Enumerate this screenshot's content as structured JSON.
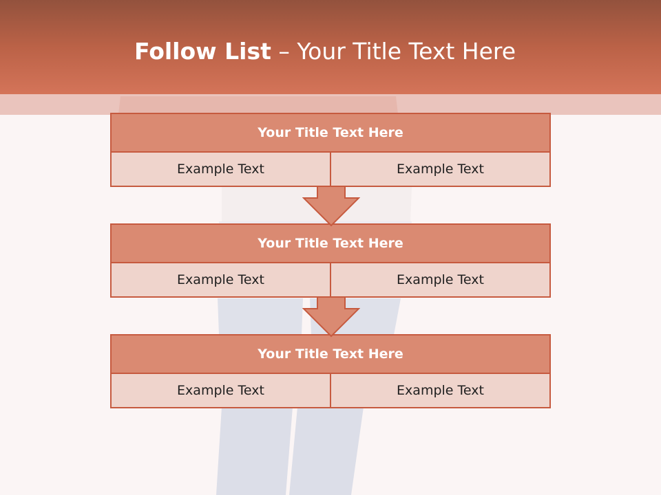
{
  "slide": {
    "title_bold": "Follow List",
    "title_rest": " – Your Title Text Here"
  },
  "steps": [
    {
      "title": "Your Title Text Here",
      "left": "Example Text",
      "right": "Example Text"
    },
    {
      "title": "Your Title Text Here",
      "left": "Example Text",
      "right": "Example Text"
    },
    {
      "title": "Your Title Text Here",
      "left": "Example Text",
      "right": "Example Text"
    }
  ],
  "colors": {
    "accent": "#c65a3f",
    "box_header": "#da8a72",
    "box_body": "#efd4cc",
    "header_top": "#93523d",
    "header_bottom": "#d47459"
  }
}
